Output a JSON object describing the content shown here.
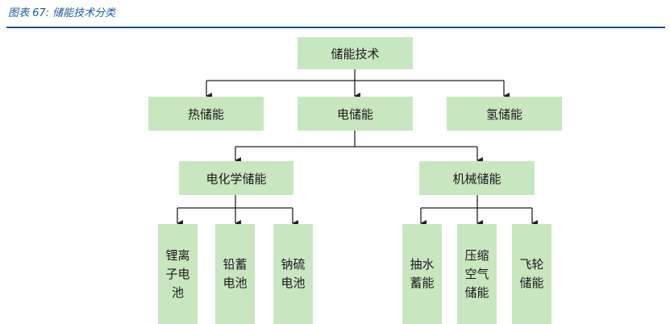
{
  "caption": "图表 67:  储能技术分类",
  "root": "储能技术",
  "level1": [
    "热储能",
    "电储能",
    "氢储能"
  ],
  "level2": [
    "电化学储能",
    "机械储能"
  ],
  "electrochemical": [
    "锂离子电池",
    "铅蓄电池",
    "钠硫电池"
  ],
  "mechanical": [
    "抽水蓄能",
    "压缩空气储能",
    "飞轮储能"
  ]
}
